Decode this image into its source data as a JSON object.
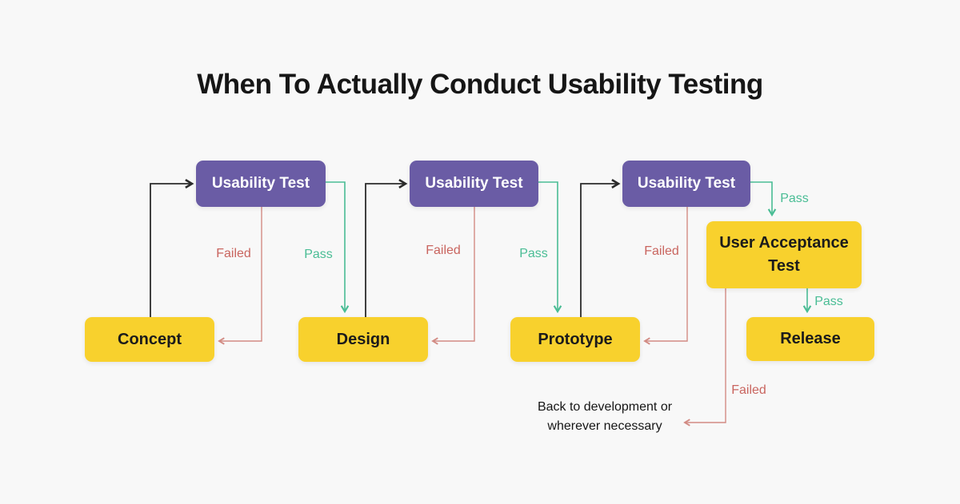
{
  "title": "When To Actually Conduct Usability Testing",
  "colors": {
    "background": "#F8F8F8",
    "title_text": "#161616",
    "node_purple": "#6A5CA5",
    "node_yellow": "#F8D12D",
    "node_text_light": "#FFFFFF",
    "node_text_dark": "#1B1B1B",
    "pass_green": "#4ABD95",
    "fail_text": "#C9655F",
    "fail_line": "#D28B84",
    "arrow_black": "#2B2B2B"
  },
  "nodes": {
    "usability_test_1": "Usability Test",
    "usability_test_2": "Usability Test",
    "usability_test_3": "Usability Test",
    "concept": "Concept",
    "design": "Design",
    "prototype": "Prototype",
    "user_acceptance_test": "User Acceptance Test",
    "release": "Release"
  },
  "edge_labels": {
    "failed_1": "Failed",
    "pass_1": "Pass",
    "failed_2": "Failed",
    "pass_2": "Pass",
    "failed_3": "Failed",
    "pass_3": "Pass",
    "pass_4": "Pass",
    "failed_4": "Failed"
  },
  "note": {
    "line1": "Back to development or",
    "line2": "wherever necessary"
  }
}
